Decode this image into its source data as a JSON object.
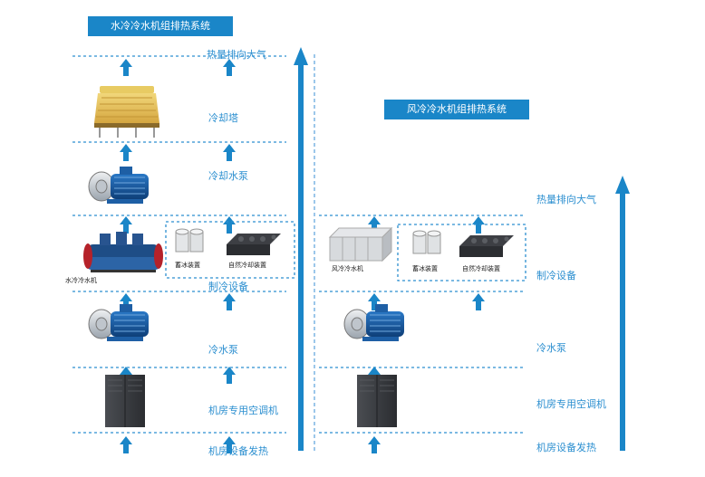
{
  "left_system": {
    "title": "水冷冷水机组排热系统",
    "levels": [
      "热量排向大气",
      "冷却塔",
      "冷却水泵",
      "制冷设备",
      "冷水泵",
      "机房专用空调机",
      "机房设备发热"
    ],
    "chiller_caption": "水冷冷水机",
    "storage_caption": "蓄冰装置",
    "freecool_caption": "自然冷却装置"
  },
  "right_system": {
    "title": "风冷冷水机组排热系统",
    "levels": [
      "热量排向大气",
      "制冷设备",
      "冷水泵",
      "机房专用空调机",
      "机房设备发热"
    ],
    "chiller_caption": "风冷冷水机",
    "storage_caption": "蓄冰装置",
    "freecool_caption": "自然冷却装置"
  },
  "colors": {
    "accent": "#1a86c8",
    "label": "#2c8fd0",
    "divider": "#3a8fd4"
  },
  "icons": [
    "cooling-tower-icon",
    "pump-icon",
    "water-chiller-icon",
    "air-chiller-icon",
    "ice-storage-icon",
    "free-cooling-icon",
    "crac-unit-icon",
    "flow-arrow-icon"
  ]
}
